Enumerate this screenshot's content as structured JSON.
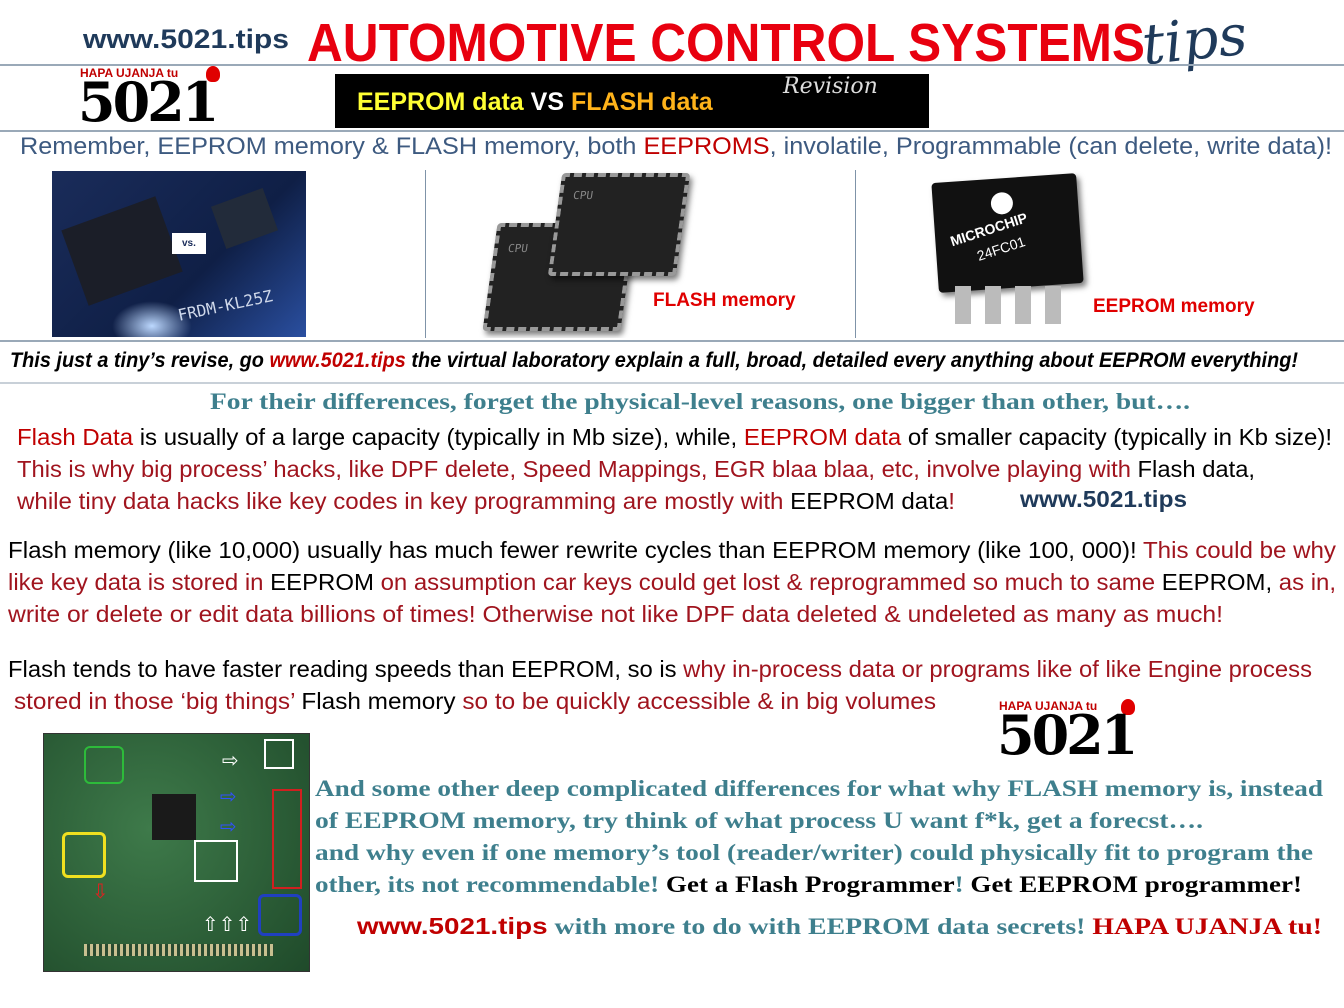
{
  "colors": {
    "red": "#c00000",
    "darkred": "#a0141e",
    "black": "#000000",
    "teal": "#3e7f8d",
    "navy": "#1f3a5a",
    "slate": "#3d5a80",
    "yellow": "#ffff33",
    "orange": "#ffb31a",
    "white": "#ffffff"
  },
  "header": {
    "site": "www.5021.tips",
    "title": "AUTOMOTIVE CONTROL SYSTEMS",
    "title_suffix": "tips"
  },
  "logo": {
    "tagline": "HAPA UJANJA tu",
    "number": "5021"
  },
  "banner": {
    "part1": "EEPROM data",
    "vs": "VS",
    "part2": "FLASH data",
    "note": "Revision"
  },
  "intro": [
    {
      "text": "Remember, EEPROM memory & FLASH memory, both ",
      "c": "slate"
    },
    {
      "text": "EEPROMS",
      "c": "red"
    },
    {
      "text": ", involatile, Programmable (can delete, write data)!",
      "c": "slate"
    }
  ],
  "images": {
    "vs_label": "vs.",
    "board_label": "FRDM-KL25Z",
    "flash_label": "FLASH memory",
    "cpu_text": "CPU",
    "microchip_brand": "MICROCHIP",
    "microchip_part": "24FC01",
    "eeprom_label": "EEPROM memory"
  },
  "revise_line": [
    {
      "text": "This just a tiny’s revise, go ",
      "c": "black"
    },
    {
      "text": "www.5021.tips",
      "c": "red"
    },
    {
      "text": " the virtual laboratory explain a full, broad, detailed every anything about ",
      "c": "black"
    },
    {
      "text": "EEPROM",
      "c": "black"
    },
    {
      "text": " everything!",
      "c": "black"
    }
  ],
  "differences_heading": "For their differences, forget the physical-level reasons, one bigger than other, but….",
  "para1": [
    [
      {
        "text": "Flash Data",
        "c": "red"
      },
      {
        "text": " is usually of a large capacity (typically in Mb size), while, ",
        "c": "black"
      },
      {
        "text": "EEPROM data",
        "c": "red"
      },
      {
        "text": " of smaller capacity (typically in Kb size)!",
        "c": "black"
      }
    ],
    [
      {
        "text": "This is why big process’ hacks, like DPF delete, Speed Mappings, EGR blaa blaa, etc, involve playing with ",
        "c": "darkred"
      },
      {
        "text": "Flash data,",
        "c": "black"
      }
    ],
    [
      {
        "text": "while tiny data hacks like key codes in key programming are mostly with ",
        "c": "darkred"
      },
      {
        "text": "EEPROM data",
        "c": "black"
      },
      {
        "text": "!",
        "c": "darkred"
      }
    ]
  ],
  "para1_site": "www.5021.tips",
  "para2": [
    [
      {
        "text": "Flash memory (like 10,000) usually has much fewer rewrite cycles than EEPROM memory (like 100, 000)! ",
        "c": "black"
      },
      {
        "text": "This could be why",
        "c": "darkred"
      }
    ],
    [
      {
        "text": "like key data is stored in ",
        "c": "darkred"
      },
      {
        "text": "EEPROM",
        "c": "black"
      },
      {
        "text": " on assumption car keys could get lost & reprogrammed so much to same ",
        "c": "darkred"
      },
      {
        "text": "EEPROM,",
        "c": "black"
      },
      {
        "text": " as in,",
        "c": "darkred"
      }
    ],
    [
      {
        "text": "write or delete or edit data billions of times! Otherwise not like DPF data deleted & undeleted as many as much!",
        "c": "darkred"
      }
    ]
  ],
  "para3": [
    [
      {
        "text": "Flash tends to have faster reading speeds than EEPROM, so is ",
        "c": "black"
      },
      {
        "text": "why in-process data or programs like of like Engine process",
        "c": "darkred"
      }
    ],
    [
      {
        "text": "stored in those ‘big things’ ",
        "c": "darkred"
      },
      {
        "text": "Flash memory",
        "c": "black"
      },
      {
        "text": " so to be quickly accessible & in big volumes",
        "c": "darkred"
      }
    ]
  ],
  "para4": [
    [
      {
        "text": "And some other deep complicated differences for what why FLASH memory is, instead",
        "c": "teal"
      }
    ],
    [
      {
        "text": "of EEPROM memory, try think of what process U want f*k, get a forecst….",
        "c": "teal"
      }
    ],
    [
      {
        "text": "and why even if one memory’s tool (reader/writer) could physically fit to program the",
        "c": "teal"
      }
    ],
    [
      {
        "text": "other, its not recommendable! ",
        "c": "teal"
      },
      {
        "text": "Get a Flash Programmer",
        "c": "black"
      },
      {
        "text": "! ",
        "c": "teal"
      },
      {
        "text": "Get EEPROM",
        "c": "black"
      },
      {
        "text": " programmer!",
        "c": "black"
      }
    ]
  ],
  "closing": [
    {
      "text": "www.5021.tips",
      "c": "red"
    },
    {
      "text": " with more to do with EEPROM data secrets! ",
      "c": "teal"
    },
    {
      "text": "HAPA UJANJA tu!",
      "c": "red"
    }
  ]
}
